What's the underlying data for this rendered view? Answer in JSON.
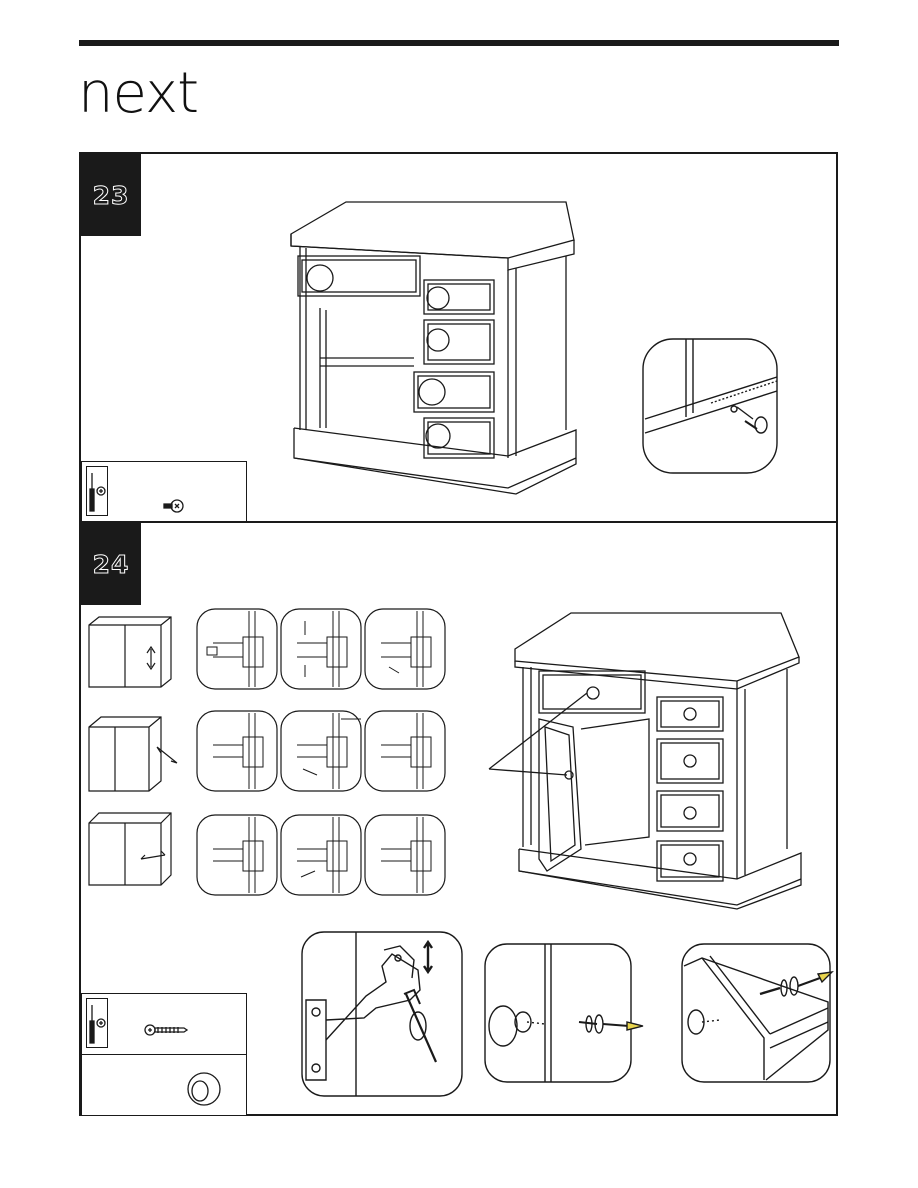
{
  "brand": {
    "logo_text": "next"
  },
  "steps": [
    {
      "number": "23"
    },
    {
      "number": "24"
    }
  ],
  "colors": {
    "ink": "#1a1a1a",
    "background": "#ffffff",
    "step_badge": "#1a1a1a",
    "screwdriver_tip": "#e8d44d"
  },
  "icons": {
    "step23": [
      "phillips-screwdriver-icon",
      "short-screw-icon",
      "cabinet-assembled-diagram",
      "back-panel-screw-detail"
    ],
    "step24": [
      "phillips-screwdriver-icon",
      "long-screw-icon",
      "knob-icon",
      "hinge-adjustment-diagrams",
      "knob-fitting-details"
    ]
  }
}
